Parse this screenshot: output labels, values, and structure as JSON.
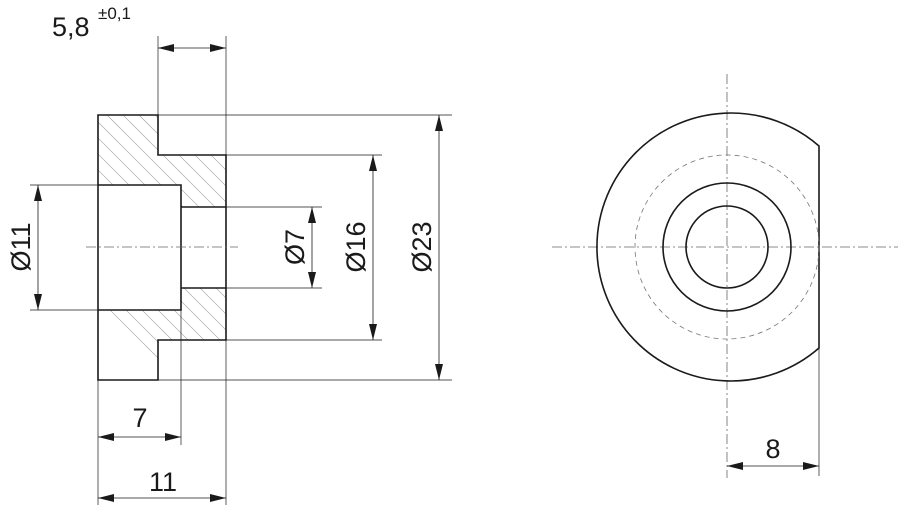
{
  "dimensions": {
    "top_offset": "5,8",
    "top_tolerance": "±0,1",
    "dia_11": "Ø11",
    "dia_7": "Ø7",
    "dia_16": "Ø16",
    "dia_23": "Ø23",
    "len_7": "7",
    "len_11": "11",
    "flat_8": "8"
  }
}
